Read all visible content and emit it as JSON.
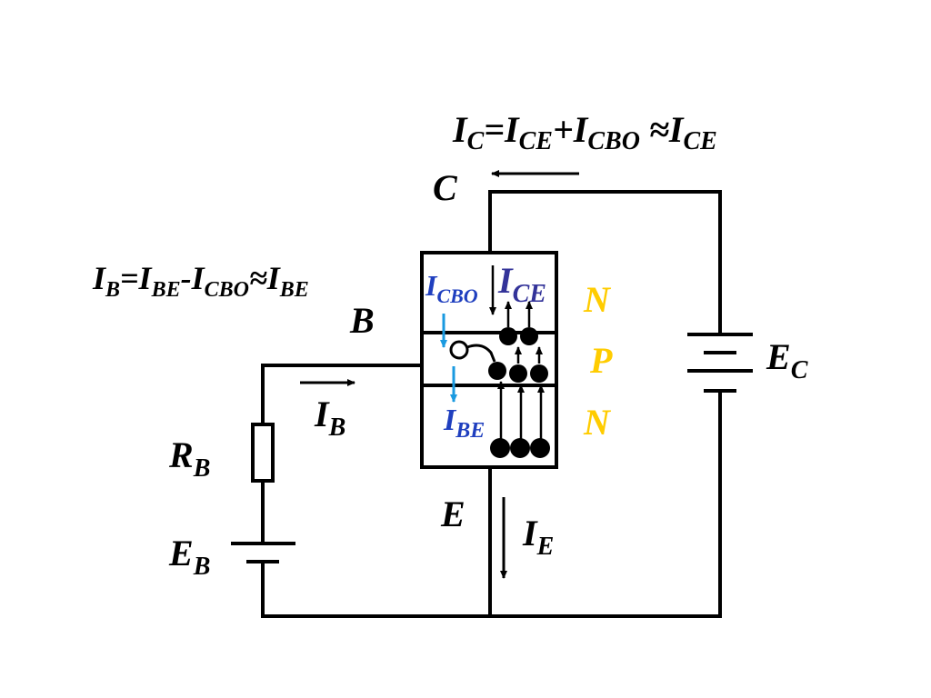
{
  "labels": {
    "terminal_c": "C",
    "terminal_b": "B",
    "terminal_e": "E",
    "region_top": "N",
    "region_mid": "P",
    "region_bottom": "N",
    "rb": {
      "main": "R",
      "sub": "B"
    },
    "eb": {
      "main": "E",
      "sub": "B"
    },
    "ec": {
      "main": "E",
      "sub": "C"
    },
    "ib": {
      "main": "I",
      "sub": "B"
    },
    "ie": {
      "main": "I",
      "sub": "E"
    },
    "icbo": {
      "main": "I",
      "sub": "CBO"
    },
    "ice": {
      "main": "I",
      "sub": "CE"
    },
    "ibe": {
      "main": "I",
      "sub": "BE"
    }
  },
  "equations": {
    "collector": {
      "p1": "I",
      "s1": "C",
      "p2": "=I",
      "s2": "CE",
      "p3": "+I",
      "s3": "CBO",
      "p4": " ≈I",
      "s4": "CE"
    },
    "base": {
      "p1": "I",
      "s1": "B",
      "p2": "=I",
      "s2": "BE",
      "p3": "-I",
      "s3": "CBO",
      "p4": "≈I",
      "s4": "BE"
    }
  },
  "colors": {
    "wire": "#000000",
    "region_label": "#FFCC00",
    "blue_label": "#1F3FBF",
    "ice_label": "#333399",
    "blue_arrow": "#1A9AE0"
  }
}
